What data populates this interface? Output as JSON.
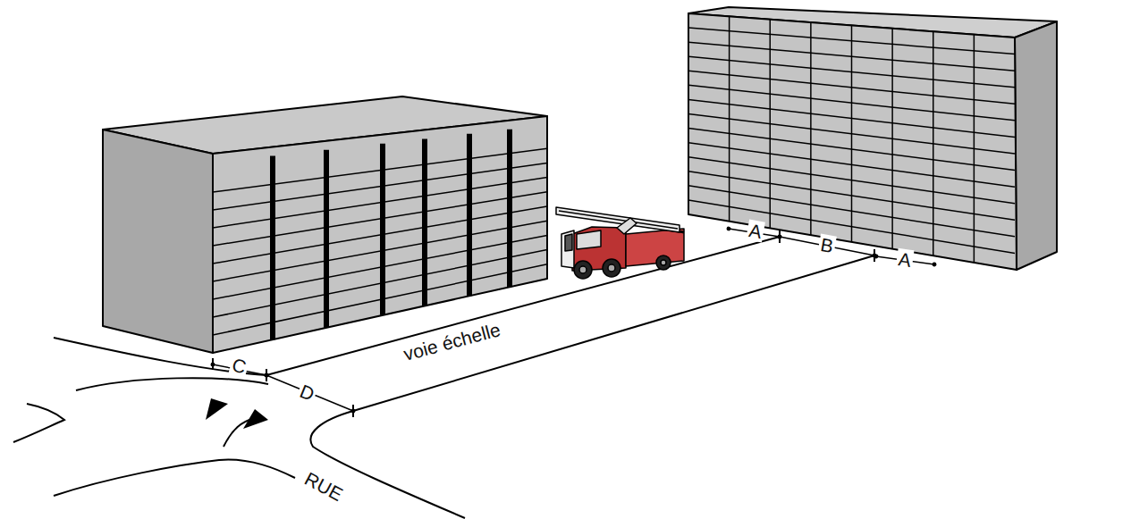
{
  "diagram": {
    "labels": [
      "C",
      "D",
      "voie échelle",
      "A",
      "B",
      "A",
      "RUE"
    ]
  }
}
